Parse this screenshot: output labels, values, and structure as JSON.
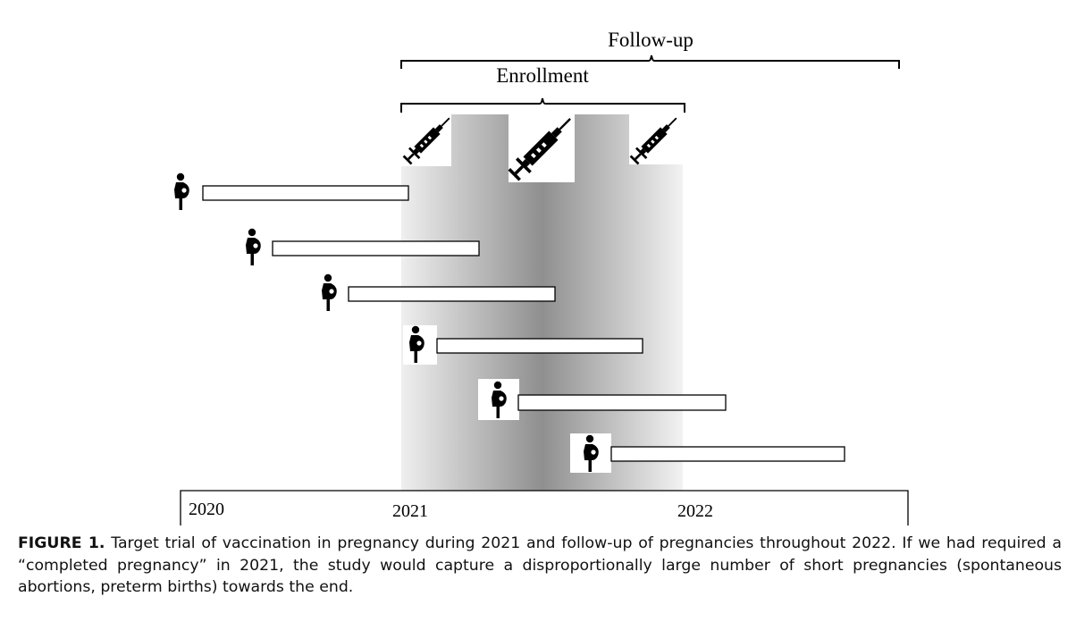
{
  "brackets": {
    "follow_up_label": "Follow-up",
    "enrollment_label": "Enrollment"
  },
  "timeline": {
    "years": [
      "2020",
      "2021",
      "2022"
    ]
  },
  "icons": {
    "vaccine": "syringe-icon",
    "pregnancy": "pregnant-woman-icon"
  },
  "pregnancies": [
    {
      "id": 1
    },
    {
      "id": 2
    },
    {
      "id": 3
    },
    {
      "id": 4
    },
    {
      "id": 5
    },
    {
      "id": 6
    }
  ],
  "caption": {
    "label": "FIGURE 1.",
    "text": "Target trial of vaccination in pregnancy during 2021 and follow-up of pregnancies throughout 2022. If we had required a “completed pregnancy” in 2021, the study would capture a disproportionally large number of short pregnancies (spontaneous abortions, preterm births) towards the end."
  },
  "colors": {
    "enrollment_shade_light": "#eeeeee",
    "enrollment_shade_dark": "#888888",
    "ink": "#000000"
  }
}
